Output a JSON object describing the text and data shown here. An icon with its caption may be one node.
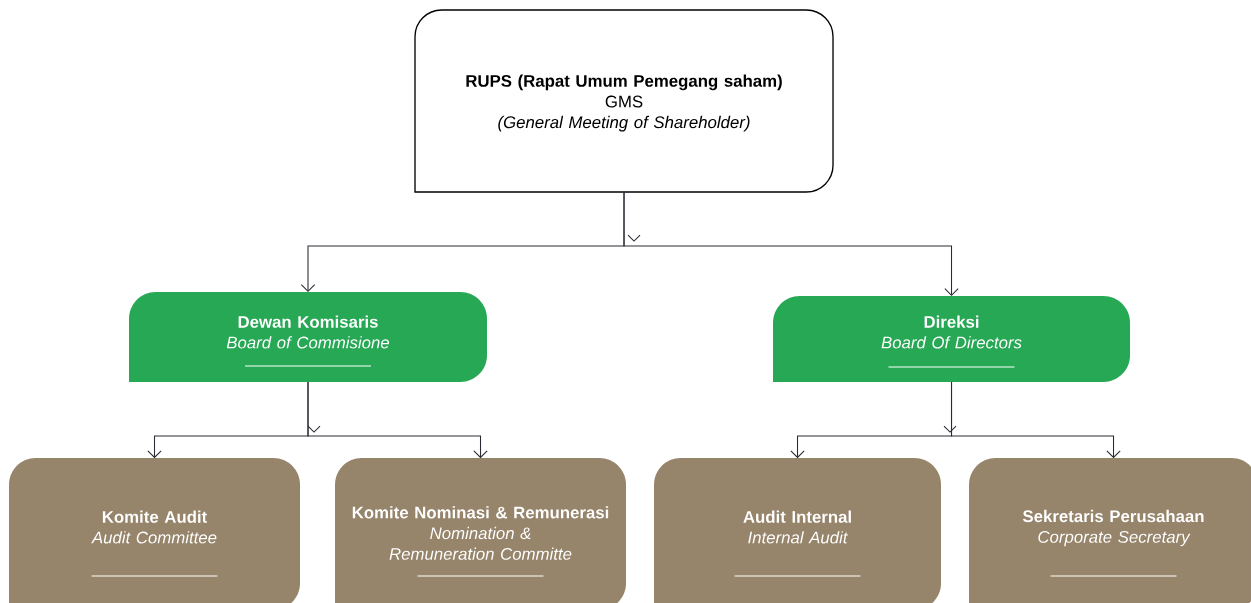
{
  "diagram": {
    "nodes": [
      {
        "text": [
          "RUPS (Rapat Umum Pemegang saham)",
          "GMS",
          "(General Meeting of Shareholder)"
        ]
      },
      {
        "text": [
          "Dewan Komisaris",
          "Board of Commisione"
        ]
      },
      {
        "text": [
          "Direksi",
          "Board Of Directors"
        ]
      },
      {
        "text": [
          "Komite Audit",
          "Audit Committee"
        ]
      },
      {
        "text": [
          "Komite Nominasi & Remunerasi",
          "Nomination & Remuneration Committe"
        ]
      },
      {
        "text": [
          "Audit Internal",
          "Internal Audit"
        ]
      },
      {
        "text": [
          "Sekretaris Perusahaan",
          "Corporate Secretary"
        ]
      }
    ],
    "edges": [
      {
        "from": 0,
        "to": 1,
        "arrow": "to"
      },
      {
        "from": 0,
        "to": 2,
        "arrow": "to"
      },
      {
        "from": 1,
        "to": 3,
        "arrow": "to"
      },
      {
        "from": 1,
        "to": 4,
        "arrow": "to"
      },
      {
        "from": 2,
        "to": 5,
        "arrow": "to"
      },
      {
        "from": 2,
        "to": 6,
        "arrow": "to"
      }
    ]
  }
}
